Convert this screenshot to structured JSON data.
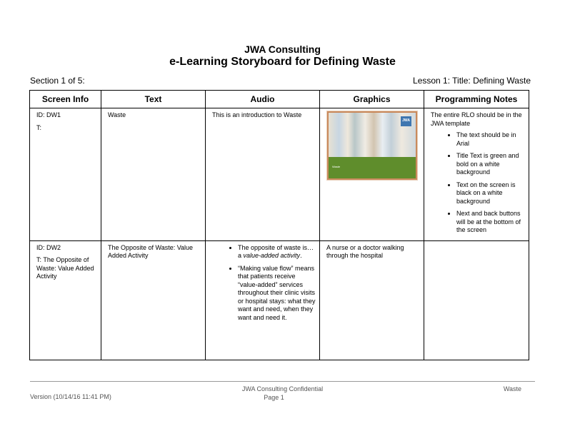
{
  "header": {
    "company": "JWA Consulting",
    "title": "e-Learning Storyboard for Defining Waste",
    "section": "Section 1 of 5:",
    "lesson": "Lesson 1:  Title: Defining Waste"
  },
  "table": {
    "columns": [
      "Screen Info",
      "Text",
      "Audio",
      "Graphics",
      "Programming Notes"
    ],
    "row1": {
      "id": "ID:  DW1",
      "t": "T:",
      "text": "Waste",
      "audio": "This is an introduction to Waste",
      "thumb_logo": "JWA",
      "thumb_label": "Waste",
      "notes_intro": "The entire RLO should be in the JWA template",
      "notes_bullets": [
        "The text should be in Arial",
        "Title Text is green and bold on a white background",
        "Text on the screen is black on a white background",
        "Next and back buttons will be at the bottom of the screen"
      ]
    },
    "row2": {
      "id": "ID:  DW2",
      "t": "T:  The Opposite of Waste: Value Added Activity",
      "text": "The Opposite of Waste: Value Added Activity",
      "audio_b1_pre": "The opposite of waste is…a ",
      "audio_b1_em": "value-added activity",
      "audio_b1_post": ".",
      "audio_b2": "“Making value flow” means that patients receive “value-added” services throughout their clinic visits or hospital stays: what they want and need, when they want and need it.",
      "graphics": "A nurse or a doctor walking through the hospital",
      "notes": ""
    }
  },
  "footer": {
    "confidential": "JWA Consulting Confidential",
    "page": "Page 1",
    "right": "Waste",
    "version": "Version  (10/14/16 11:41 PM)"
  }
}
